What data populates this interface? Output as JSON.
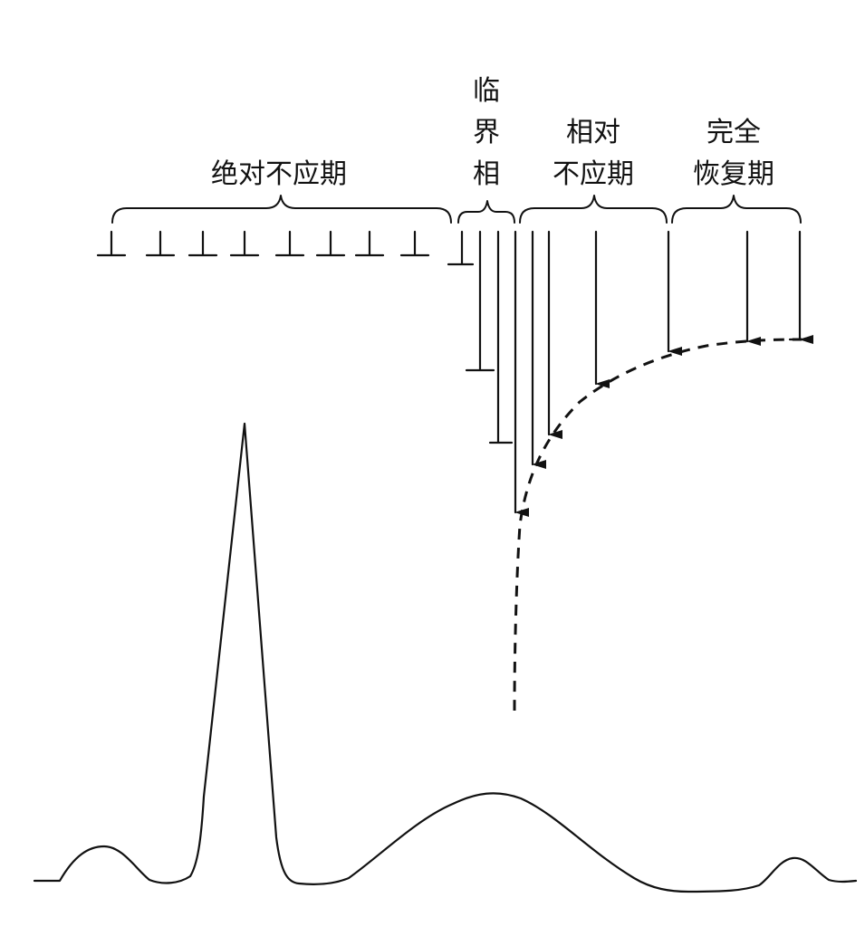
{
  "phases": {
    "absolute": {
      "label": "绝对不应期"
    },
    "critical": {
      "label_lines": [
        "临",
        "界",
        "相"
      ]
    },
    "relative": {
      "label_lines": [
        "相对",
        "不应期"
      ]
    },
    "recovery": {
      "label_lines": [
        "完全",
        "恢复期"
      ]
    }
  },
  "colors": {
    "ink": "#111111",
    "background": "#ffffff"
  }
}
